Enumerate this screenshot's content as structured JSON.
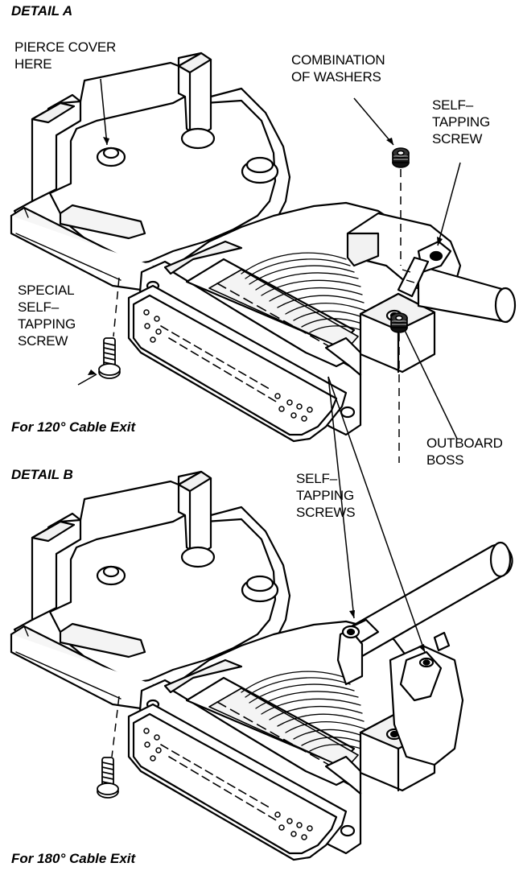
{
  "detail_a": {
    "header": "DETAIL A",
    "caption": "For 120° Cable Exit",
    "labels": {
      "pierce_cover": "PIERCE COVER\nHERE",
      "washers": "COMBINATION\nOF WASHERS",
      "self_tapping_screw": "SELF–\nTAPPING\nSCREW",
      "special_screw": "SPECIAL\nSELF–\nTAPPING\nSCREW",
      "outboard_boss": "OUTBOARD\nBOSS"
    }
  },
  "detail_b": {
    "header": "DETAIL B",
    "caption": "For 180° Cable Exit",
    "labels": {
      "self_tapping_screws": "SELF–\nTAPPING\nSCREWS"
    }
  }
}
